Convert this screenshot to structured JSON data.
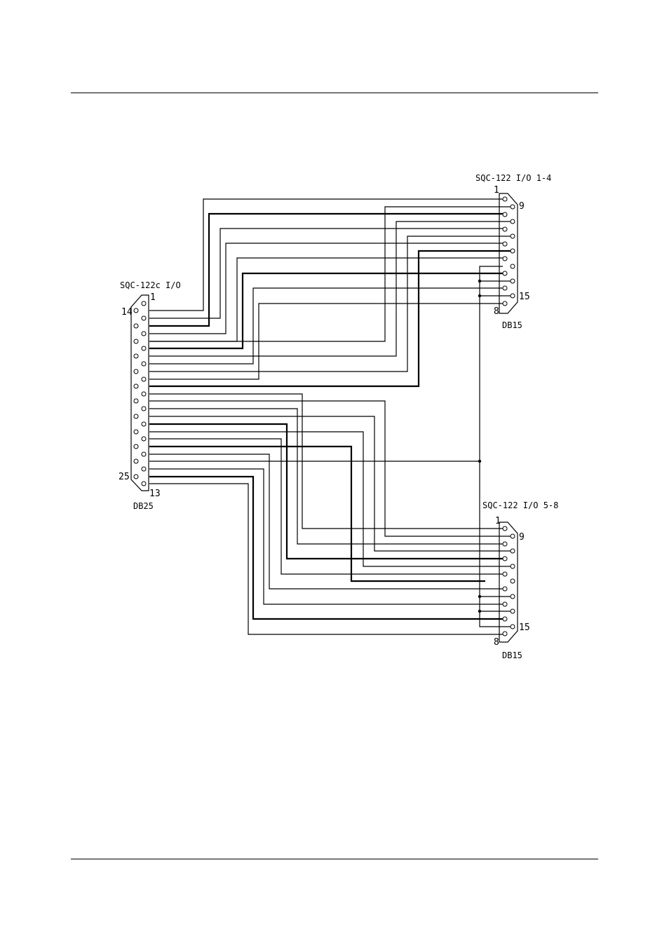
{
  "connector_left": {
    "title": "SQC-122c I/O",
    "type": "DB25",
    "pin_first": "1",
    "pin_mid": "14",
    "pin_lower": "25",
    "pin_last": "13"
  },
  "connector_top_right": {
    "title": "SQC-122 I/O 1-4",
    "type": "DB15",
    "pin_first": "1",
    "pin_mid": "9",
    "pin_lower": "15",
    "pin_last": "8"
  },
  "connector_bottom_right": {
    "title": "SQC-122 I/O 5-8",
    "type": "DB15",
    "pin_first": "1",
    "pin_mid": "9",
    "pin_lower": "15",
    "pin_last": "8"
  }
}
